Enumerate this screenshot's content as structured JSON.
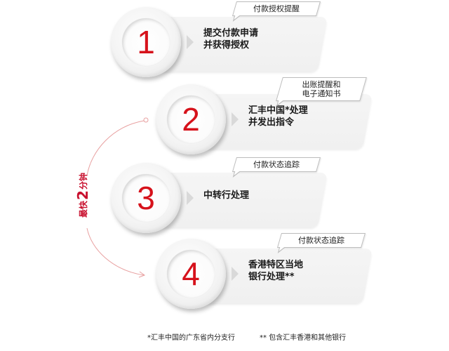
{
  "colors": {
    "accent": "#d6121b",
    "panel": "#f2f2f2",
    "bubble_border": "#bdbdbd",
    "arc": "#e8a0a0"
  },
  "steps": [
    {
      "number": "1",
      "text_line1": "提交付款申请",
      "text_line2": "并获得授权",
      "bubble_line1": "付款授权提醒",
      "bubble_line2": ""
    },
    {
      "number": "2",
      "text_line1": "汇丰中国*处理",
      "text_line2": "并发出指令",
      "bubble_line1": "出账提醒和",
      "bubble_line2": "电子通知书"
    },
    {
      "number": "3",
      "text_line1": "中转行处理",
      "text_line2": "",
      "bubble_line1": "付款状态追踪",
      "bubble_line2": ""
    },
    {
      "number": "4",
      "text_line1": "香港特区当地",
      "text_line2": "银行处理**",
      "bubble_line1": "付款状态追踪",
      "bubble_line2": ""
    }
  ],
  "timeline": {
    "prefix": "最快",
    "number": "2",
    "suffix": "分钟"
  },
  "footnotes": {
    "note1": "*汇丰中国的广东省内分支行",
    "note2": "** 包含汇丰香港和其他银行"
  }
}
